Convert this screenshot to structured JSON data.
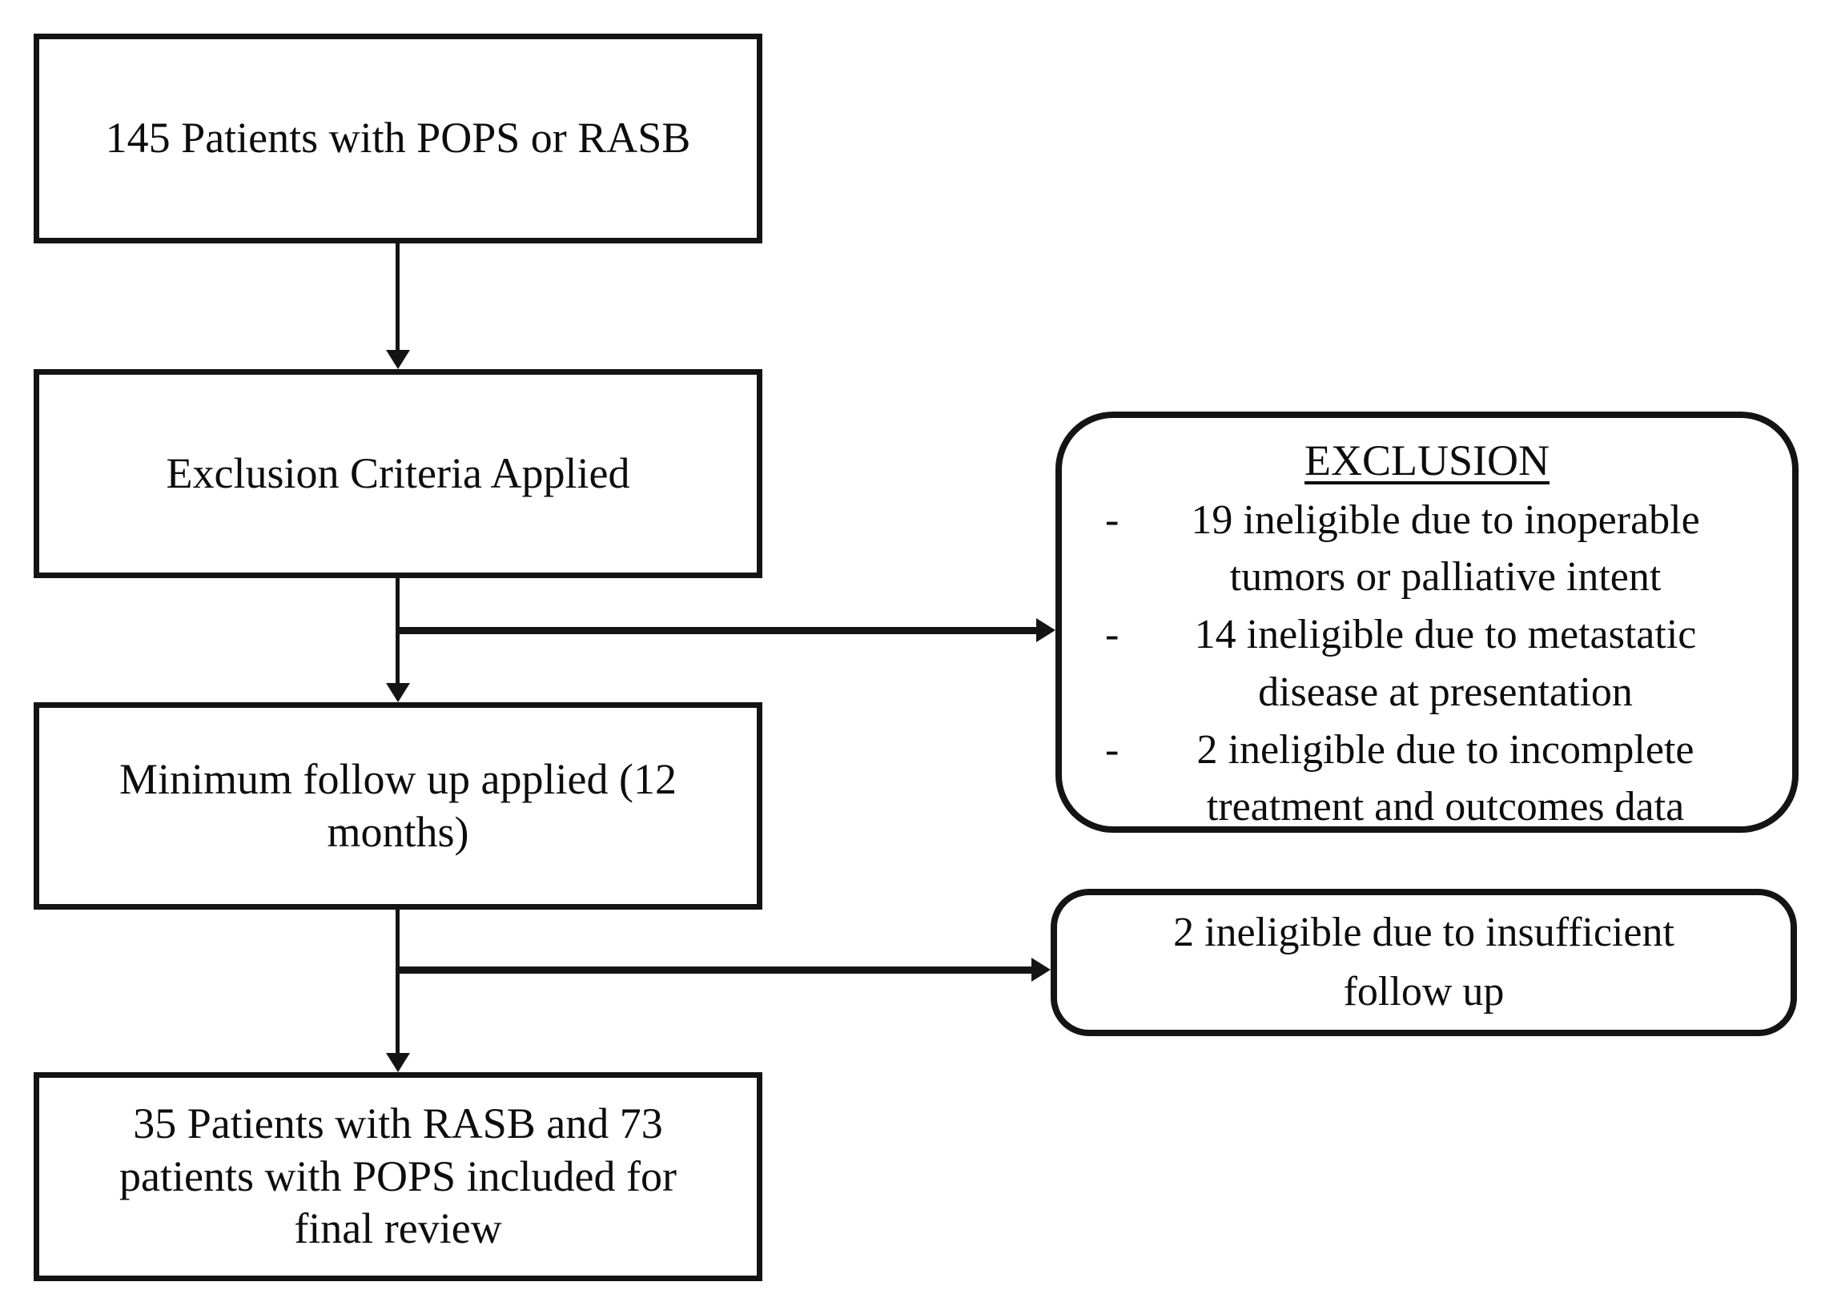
{
  "page": {
    "background_color": "#ffffff",
    "ink_color": "#141414"
  },
  "flowchart": {
    "main_boxes": [
      {
        "text": "145 Patients with POPS or RASB"
      },
      {
        "text": "Exclusion Criteria Applied"
      },
      {
        "text": "Minimum follow up applied (12\nmonths)"
      },
      {
        "text": "35 Patients with RASB and 73\npatients with POPS included for\nfinal review"
      }
    ],
    "exclusion_box": {
      "title": "EXCLUSION",
      "bullet_marker": "-",
      "items": [
        "19 ineligible due to inoperable\ntumors or palliative intent",
        "14 ineligible due to metastatic\ndisease at presentation",
        "2 ineligible due to incomplete\ntreatment and outcomes data"
      ]
    },
    "followup_exclusion_box": {
      "text": "2 ineligible due to insufficient\nfollow up"
    }
  }
}
